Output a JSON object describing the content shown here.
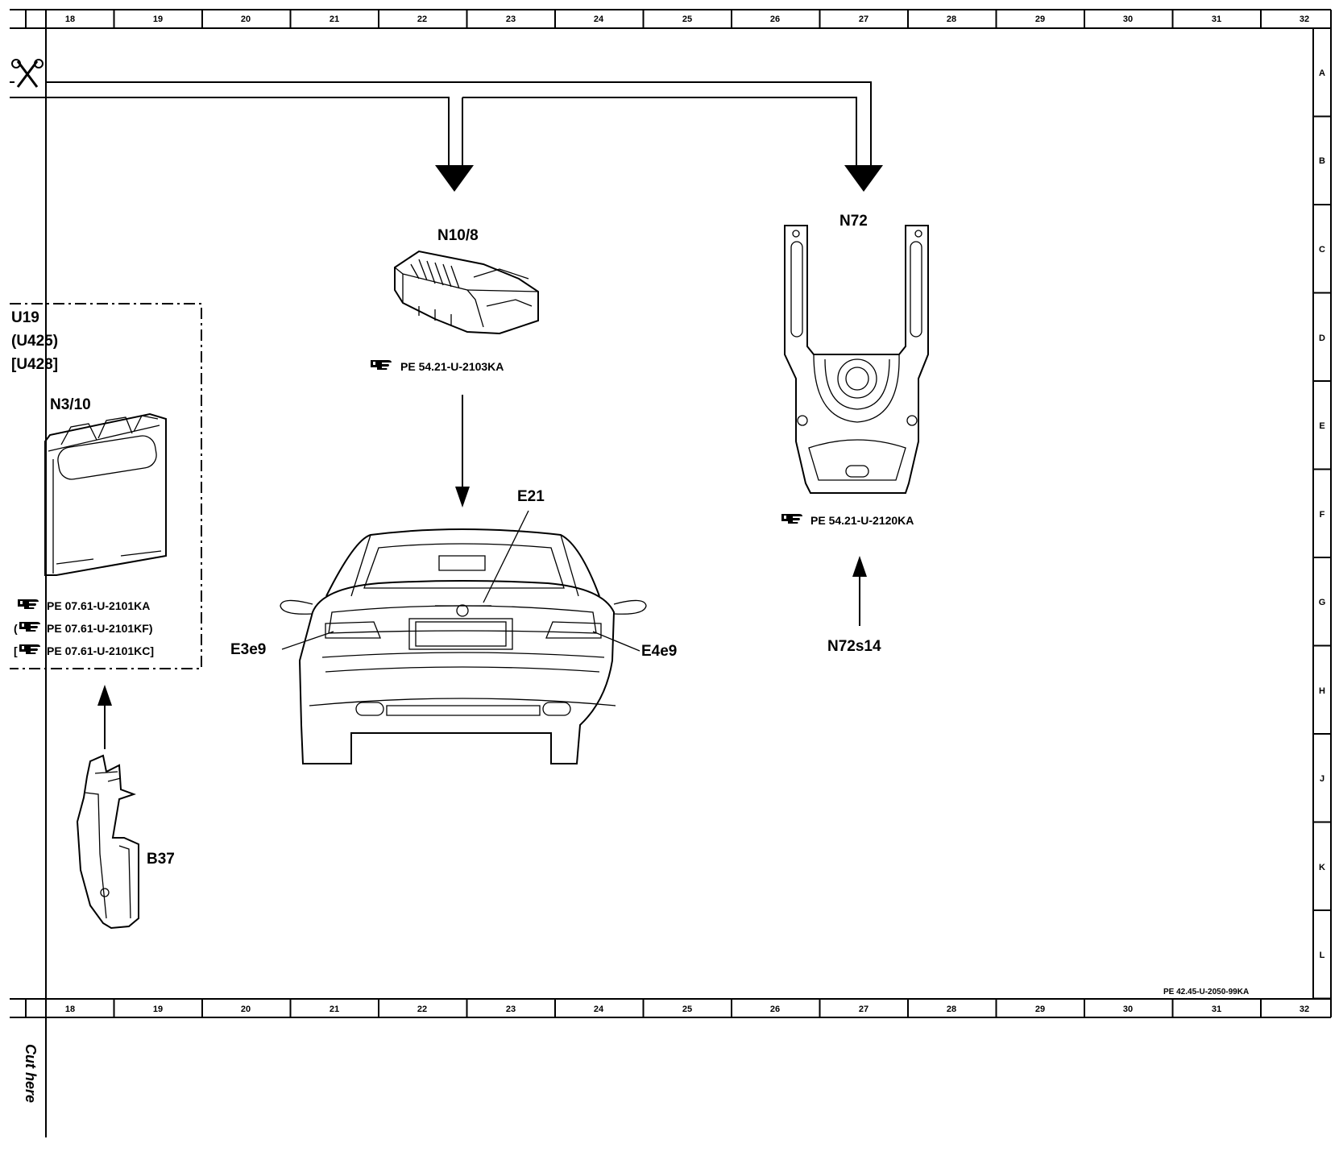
{
  "grid": {
    "columns": [
      "18",
      "19",
      "20",
      "21",
      "22",
      "23",
      "24",
      "25",
      "26",
      "27",
      "28",
      "29",
      "30",
      "31",
      "32"
    ],
    "rows": [
      "A",
      "B",
      "C",
      "D",
      "E",
      "F",
      "G",
      "H",
      "J",
      "K",
      "L"
    ]
  },
  "page_ref": "PE 42.45-U-2050-99KA",
  "cut_here": "Cut here",
  "components": {
    "u19": {
      "l1": "U19",
      "l2": "(U425)",
      "l3": "[U428]"
    },
    "n3_10": {
      "label": "N3/10",
      "refs": [
        "PE 07.61-U-2101KA",
        "PE 07.61-U-2101KF)",
        "PE 07.61-U-2101KC]"
      ],
      "ref_prefixes": [
        "",
        "(",
        "["
      ]
    },
    "n10_8": {
      "label": "N10/8",
      "ref": "PE 54.21-U-2103KA"
    },
    "n72": {
      "label": "N72",
      "ref": "PE 54.21-U-2120KA"
    },
    "e21": {
      "label": "E21"
    },
    "e3e9": {
      "label": "E3e9"
    },
    "e4e9": {
      "label": "E4e9"
    },
    "n72s14": {
      "label": "N72s14"
    },
    "b37": {
      "label": "B37"
    }
  },
  "icons": {
    "scissors": "scissors-icon",
    "reference": "pointing-hand-icon"
  }
}
